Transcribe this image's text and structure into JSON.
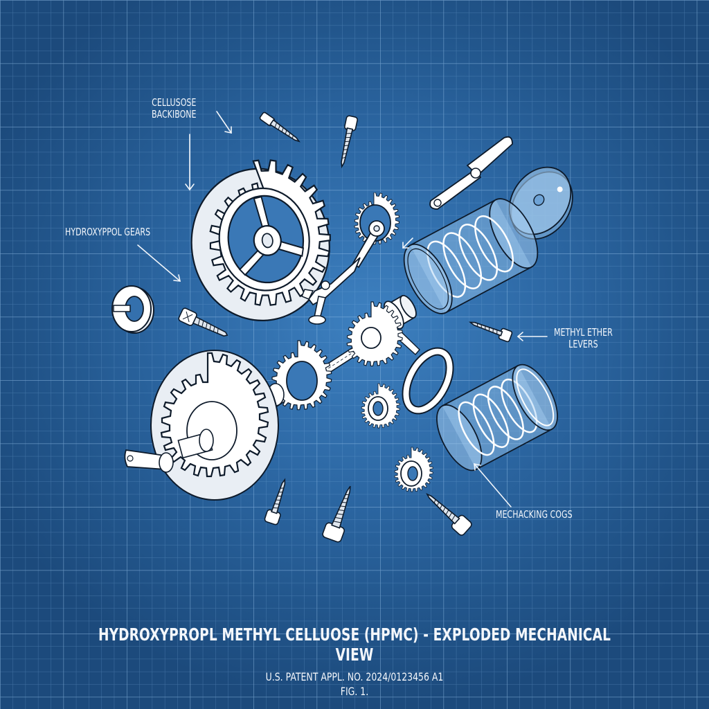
{
  "figure": {
    "title": "HYDROXYPROPL METHYL CELLUOSE (HPMC) - EXPLODED MECHANICAL VIEW",
    "patent_number": "U.S. PATENT APPL. NO. 2024/0123456 A1",
    "figure_number": "FIG. 1."
  },
  "callouts": [
    {
      "id": "cellusose-backibone",
      "lines": [
        "CELLUSOSE",
        "BACKIBONE"
      ]
    },
    {
      "id": "hydroxyppol-gears",
      "lines": [
        "HYDROXYPPOL GEARS"
      ]
    },
    {
      "id": "methyl-ether-levers",
      "lines": [
        "METHYL ETHER",
        "LEVERS"
      ]
    },
    {
      "id": "mechacking-cogs",
      "lines": [
        "MECHACKING COGS"
      ]
    }
  ],
  "parts": [
    "large-spoked-gear",
    "small-gear-with-lever",
    "linkage-arm",
    "crank-lever",
    "transparent-disc-cap",
    "spring-cylinder-upper",
    "spring-cylinder-lower",
    "split-ring-washer",
    "o-ring",
    "large-gear-with-crank-shaft",
    "medium-gear",
    "gear-on-axle",
    "small-cog-middle",
    "small-cog-lower",
    "pulley-nut",
    "screws"
  ],
  "colors": {
    "background": "#2c67a3",
    "background_edge": "#1c4a7c",
    "grid_minor": "#6e9fd0",
    "grid_major": "#8fb8e0",
    "line_art": "#ffffff",
    "outline": "#0d1a2a",
    "text": "#f2f6fb"
  }
}
